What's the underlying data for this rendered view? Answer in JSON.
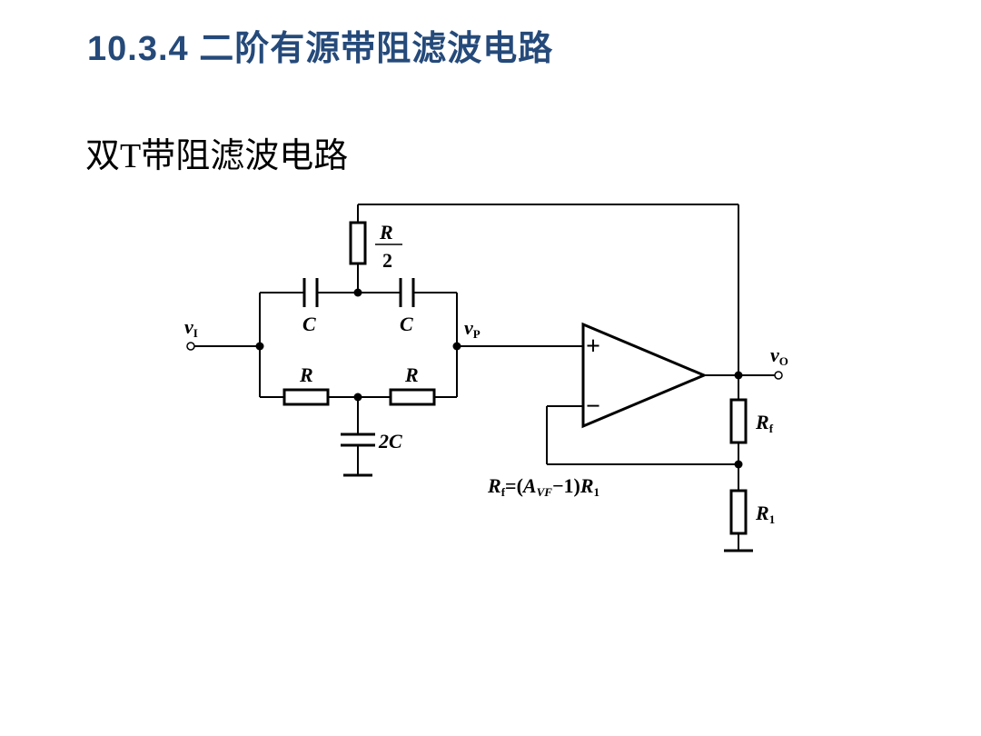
{
  "slide": {
    "title": "10.3.4  二阶有源带阻滤波电路",
    "subtitle": "双T带阻滤波电路"
  },
  "circuit": {
    "labels": {
      "top_r_num": "R",
      "top_r_den": "2",
      "cap_left": "C",
      "cap_right": "C",
      "res_left": "R",
      "res_right": "R",
      "cap_bottom": "2C",
      "vi": "v",
      "vi_sub": "I",
      "vp": "v",
      "vp_sub": "P",
      "vo": "v",
      "vo_sub": "O",
      "rf": "R",
      "rf_sub": "f",
      "r1": "R",
      "r1_sub": "1",
      "plus": "+",
      "minus": "−",
      "formula_rf": "R",
      "formula_rf_sub": "f",
      "formula_mid": "=(",
      "formula_a": "A",
      "formula_a_sub": "VF",
      "formula_tail": "−1)",
      "formula_r": "R",
      "formula_r_sub": "1"
    }
  }
}
